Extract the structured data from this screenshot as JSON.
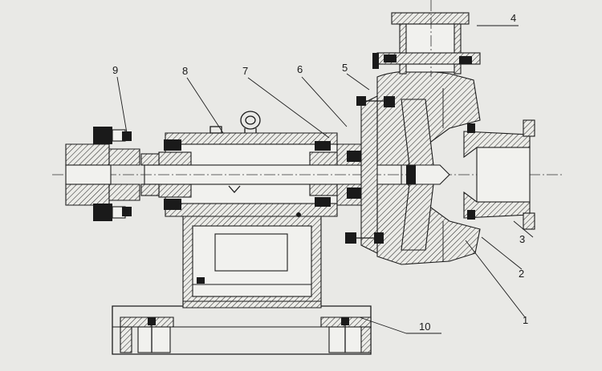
{
  "callouts": [
    {
      "id": "1",
      "text": "1"
    },
    {
      "id": "2",
      "text": "2"
    },
    {
      "id": "3",
      "text": "3"
    },
    {
      "id": "4",
      "text": "4"
    },
    {
      "id": "5",
      "text": "5"
    },
    {
      "id": "6",
      "text": "6"
    },
    {
      "id": "7",
      "text": "7"
    },
    {
      "id": "8",
      "text": "8"
    },
    {
      "id": "9",
      "text": "9"
    },
    {
      "id": "10",
      "text": "10"
    }
  ],
  "colors": {
    "paper": "#e9e9e6",
    "ink": "#1c1c1c"
  }
}
